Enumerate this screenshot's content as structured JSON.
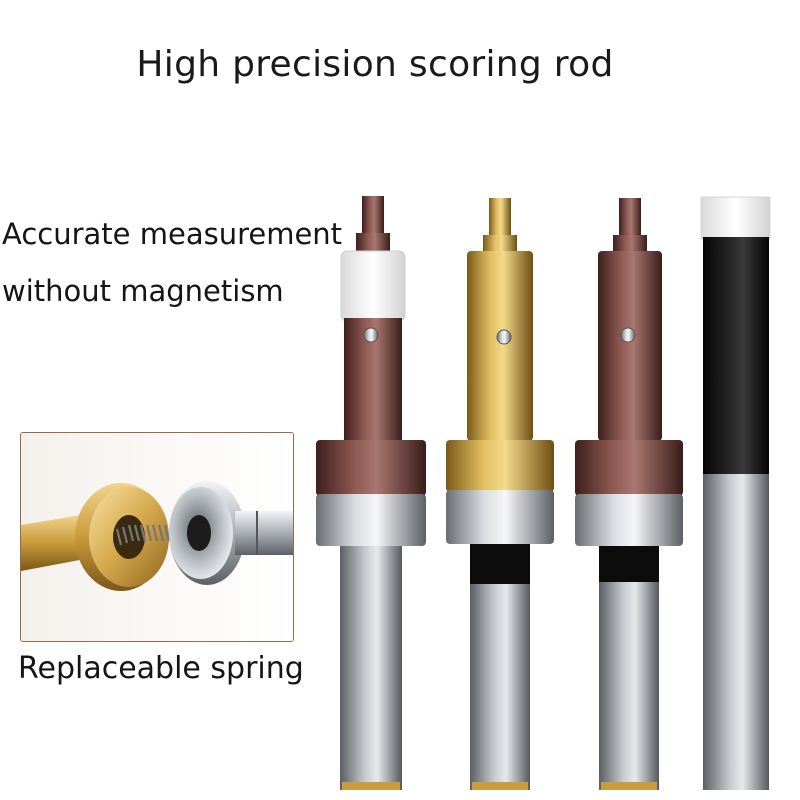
{
  "title": "High precision scoring rod",
  "features": {
    "line1": "Accurate measurement",
    "line2": "without magnetism"
  },
  "inset": {
    "caption": "Replaceable spring"
  },
  "colors": {
    "copper": "#6e3b35",
    "gold": "#c79d3f",
    "silver": "#bfc3c8",
    "black": "#111111",
    "inset_border": "#9a6a45"
  },
  "products": [
    "copper-white-cap-rod",
    "gold-rod",
    "copper-rod",
    "black-white-cap-rod"
  ]
}
